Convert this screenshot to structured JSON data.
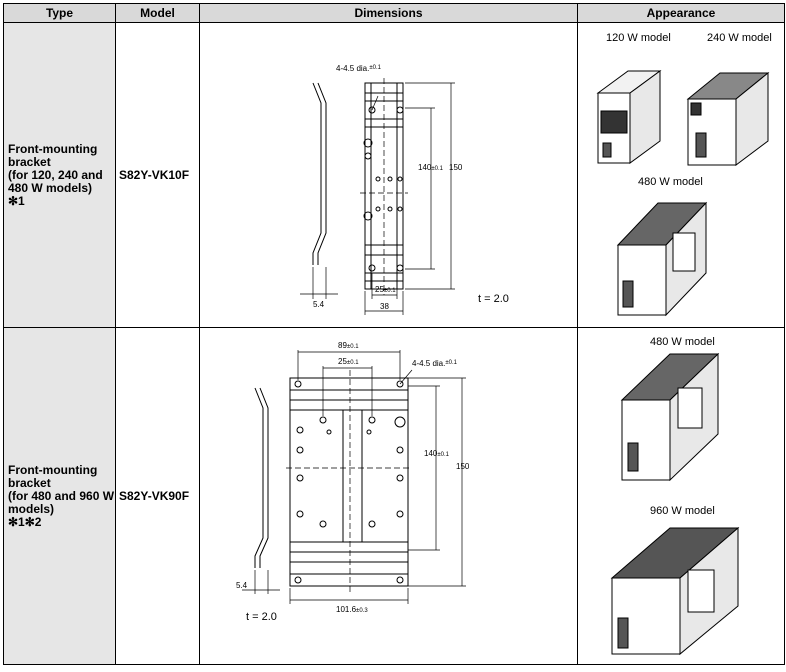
{
  "headers": {
    "type": "Type",
    "model": "Model",
    "dimensions": "Dimensions",
    "appearance": "Appearance"
  },
  "rows": [
    {
      "type_lines": [
        "Front-mounting",
        "bracket",
        "(for 120, 240 and",
        "480 W models)"
      ],
      "note": "✻1",
      "model": "S82Y-VK10F",
      "dims": {
        "holes": "4-4.5 dia.",
        "holes_tol": "±0.1",
        "h140": "140",
        "h140_tol": "±0.1",
        "h150": "150",
        "w25": "25",
        "w25_tol": "±0.1",
        "w38": "38",
        "t54": "5.4",
        "thick": "t = 2.0"
      },
      "appearance": [
        "120 W model",
        "240 W model",
        "480 W model"
      ]
    },
    {
      "type_lines": [
        "Front-mounting",
        "bracket",
        "(for 480 and 960 W",
        "models)"
      ],
      "note": "✻1✻2",
      "model": "S82Y-VK90F",
      "dims": {
        "w89": "89",
        "w89_tol": "±0.1",
        "w25": "25",
        "w25_tol": "±0.1",
        "holes": "4-4.5 dia.",
        "holes_tol": "±0.1",
        "h140": "140",
        "h140_tol": "±0.1",
        "h150": "150",
        "t54": "5.4",
        "w101": "101.6",
        "w101_tol": "±0.3",
        "thick": "t = 2.0"
      },
      "appearance": [
        "480 W model",
        "960 W model"
      ]
    }
  ]
}
